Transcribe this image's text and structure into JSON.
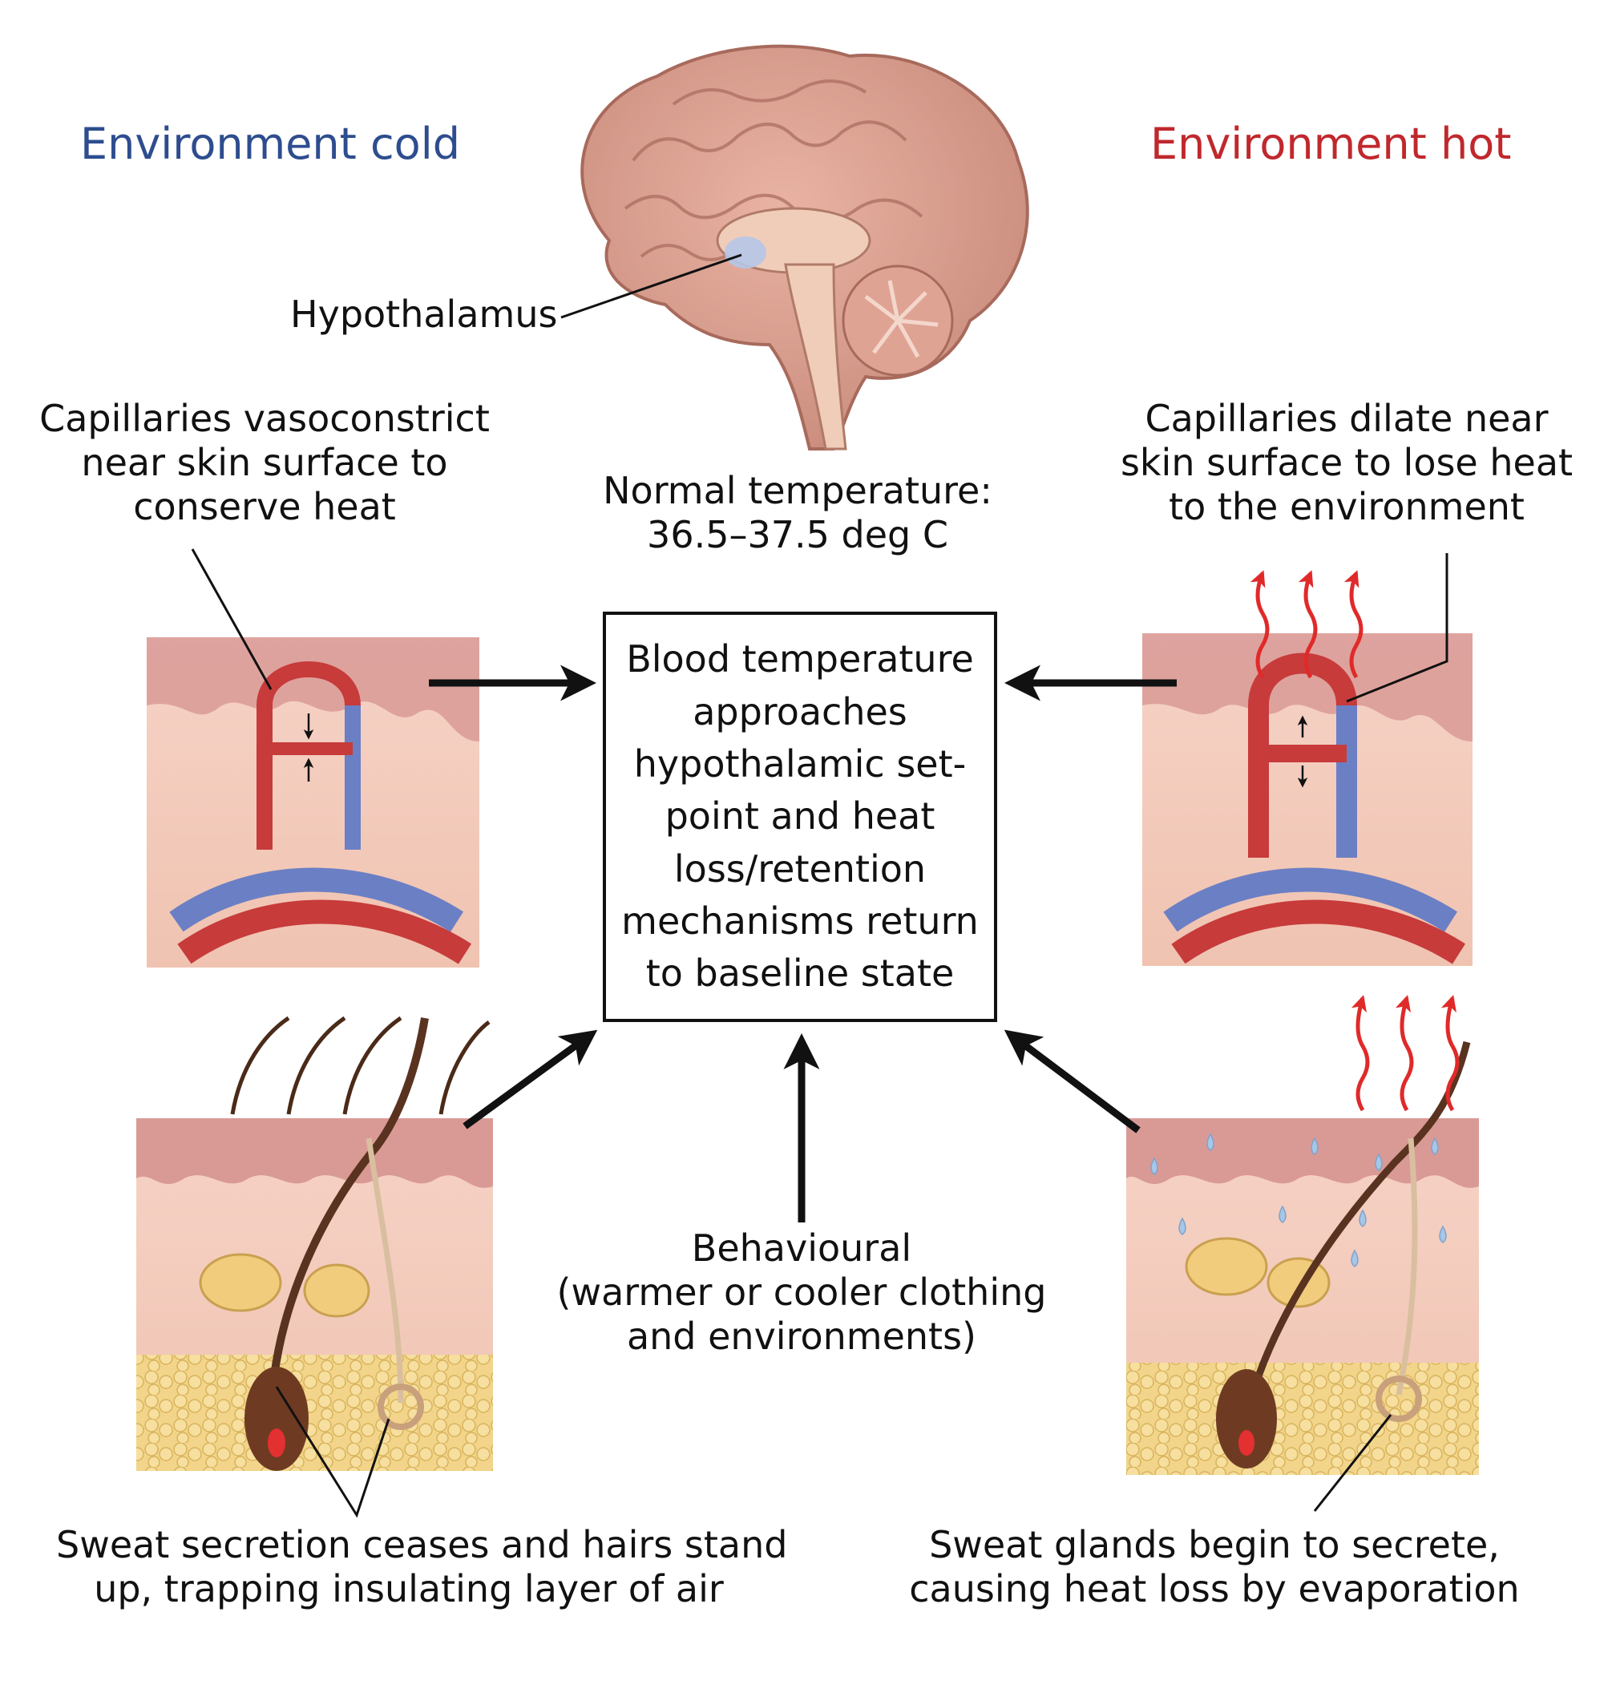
{
  "labels": {
    "env_cold": "Environment cold",
    "env_hot": "Environment hot",
    "hypothalamus": "Hypothalamus",
    "normal_temp_line1": "Normal temperature:",
    "normal_temp_line2": "36.5–37.5 deg C",
    "center_box": "Blood temperature approaches hypothalamic set-point and heat loss/retention mechanisms return to baseline state",
    "cold_capillaries": [
      "Capillaries vasoconstrict",
      "near skin surface to",
      "conserve heat"
    ],
    "hot_capillaries": [
      "Capillaries dilate near",
      "skin surface to lose heat",
      "to the environment"
    ],
    "behavioural": [
      "Behavioural",
      "(warmer or cooler clothing",
      "and environments)"
    ],
    "cold_sweat": [
      "Sweat secretion ceases and hairs stand",
      "up, trapping insulating layer of air"
    ],
    "hot_sweat": [
      "Sweat glands begin to secrete,",
      "causing heat loss by evaporation"
    ]
  },
  "colors": {
    "cold_accent": "#2e4d8f",
    "hot_accent": "#c0282d",
    "artery": "#c73b3b",
    "vein": "#6b7fc4",
    "skin_dermis": "#f3cbbd",
    "skin_epidermis": "#d99a96",
    "fat": "#f2d27a",
    "heat_arrow": "#e02a2a"
  },
  "icons": [
    "brain-illustration",
    "capillary-constricted-illustration",
    "capillary-dilated-illustration",
    "skin-hair-erect-illustration",
    "skin-sweating-illustration",
    "heat-wave-icon",
    "sweat-drop-icon"
  ]
}
